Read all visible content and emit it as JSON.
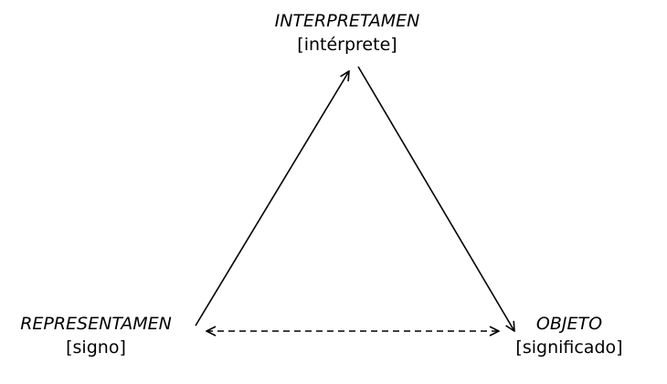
{
  "diagram": {
    "type": "semiotic-triangle",
    "nodes": {
      "top": {
        "title": "INTERPRETAMEN",
        "subtitle": "[intérprete]"
      },
      "left": {
        "title": "REPRESENTAMEN",
        "subtitle": "[signo]"
      },
      "right": {
        "title": "OBJETO",
        "subtitle": "[significado]"
      }
    },
    "edges": [
      {
        "from": "left",
        "to": "top",
        "style": "solid",
        "arrow": "end"
      },
      {
        "from": "top",
        "to": "right",
        "style": "solid",
        "arrow": "end"
      },
      {
        "from": "left",
        "to": "right",
        "style": "dashed",
        "arrow": "both"
      }
    ],
    "colors": {
      "line": "#000000",
      "background": "#ffffff"
    }
  }
}
